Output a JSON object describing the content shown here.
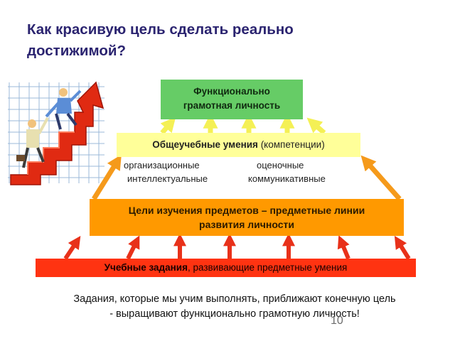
{
  "slide": {
    "title_line1": "Как красивую цель сделать реально",
    "title_line2": "достижимой?",
    "page_number": "10"
  },
  "diagram": {
    "top": {
      "line1": "Функционально",
      "line2": "грамотная личность"
    },
    "general": {
      "bold": "Общеучебные умения",
      "rest": " (компетенции)"
    },
    "skills": {
      "organizational": "организационные",
      "intellectual": "интеллектуальные",
      "evaluative": "оценочные",
      "communicative": "коммуникативные"
    },
    "goals": {
      "line1": "Цели изучения предметов – предметные линии",
      "line2": "развития личности"
    },
    "tasks": {
      "bold": "Учебные задания",
      "rest": ", развивающие предметные умения"
    }
  },
  "footer": {
    "line1": "Задания, которые мы учим выполнять, приближают конечную цель",
    "line2": "- выращивают функционально грамотную личность!"
  },
  "colors": {
    "top": "#66cc66",
    "general": "#ffff99",
    "goals": "#ff9900",
    "tasks": "#ff3311",
    "arrow_red": "#e8311a",
    "arrow_orange": "#f59a1b",
    "arrow_yellow": "#f4f055"
  },
  "icons": {
    "clipart": "people-climbing-red-arrow-stairs"
  }
}
